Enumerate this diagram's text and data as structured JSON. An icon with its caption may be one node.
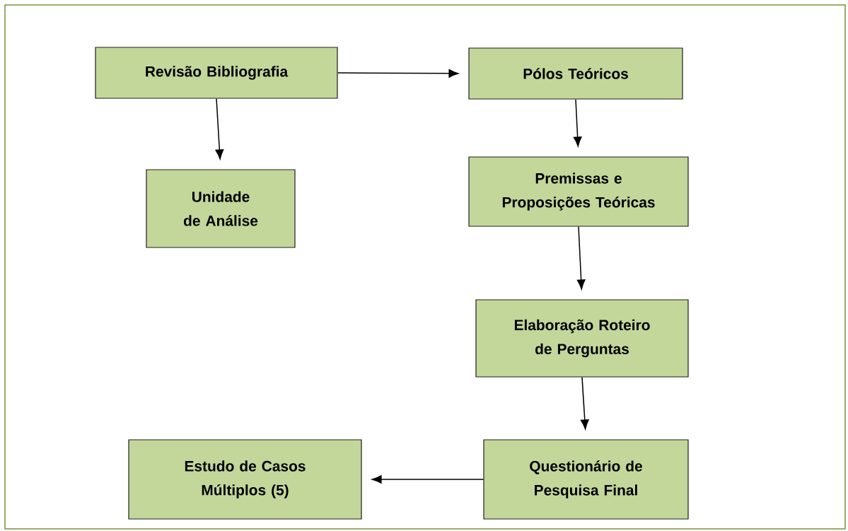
{
  "diagram": {
    "nodes": [
      {
        "text": [
          "Revisão Bibliografia"
        ]
      },
      {
        "text": [
          "Pólos Teóricos"
        ]
      },
      {
        "text": [
          "Unidade de Análise"
        ]
      },
      {
        "text": [
          "Premissas e Proposições Teóricas"
        ]
      },
      {
        "text": [
          "Elaboração Roteiro de Perguntas"
        ]
      },
      {
        "text": [
          "Questionário de Pesquisa Final"
        ]
      },
      {
        "text": [
          "Estudo de Casos Múltiplos (5)"
        ]
      }
    ],
    "edges": [
      {
        "from": 0,
        "to": 1,
        "arrow": "to"
      },
      {
        "from": 0,
        "to": 2,
        "arrow": "to"
      },
      {
        "from": 1,
        "to": 3,
        "arrow": "to"
      },
      {
        "from": 3,
        "to": 4,
        "arrow": "to"
      },
      {
        "from": 4,
        "to": 5,
        "arrow": "to"
      },
      {
        "from": 5,
        "to": 6,
        "arrow": "to"
      }
    ]
  }
}
